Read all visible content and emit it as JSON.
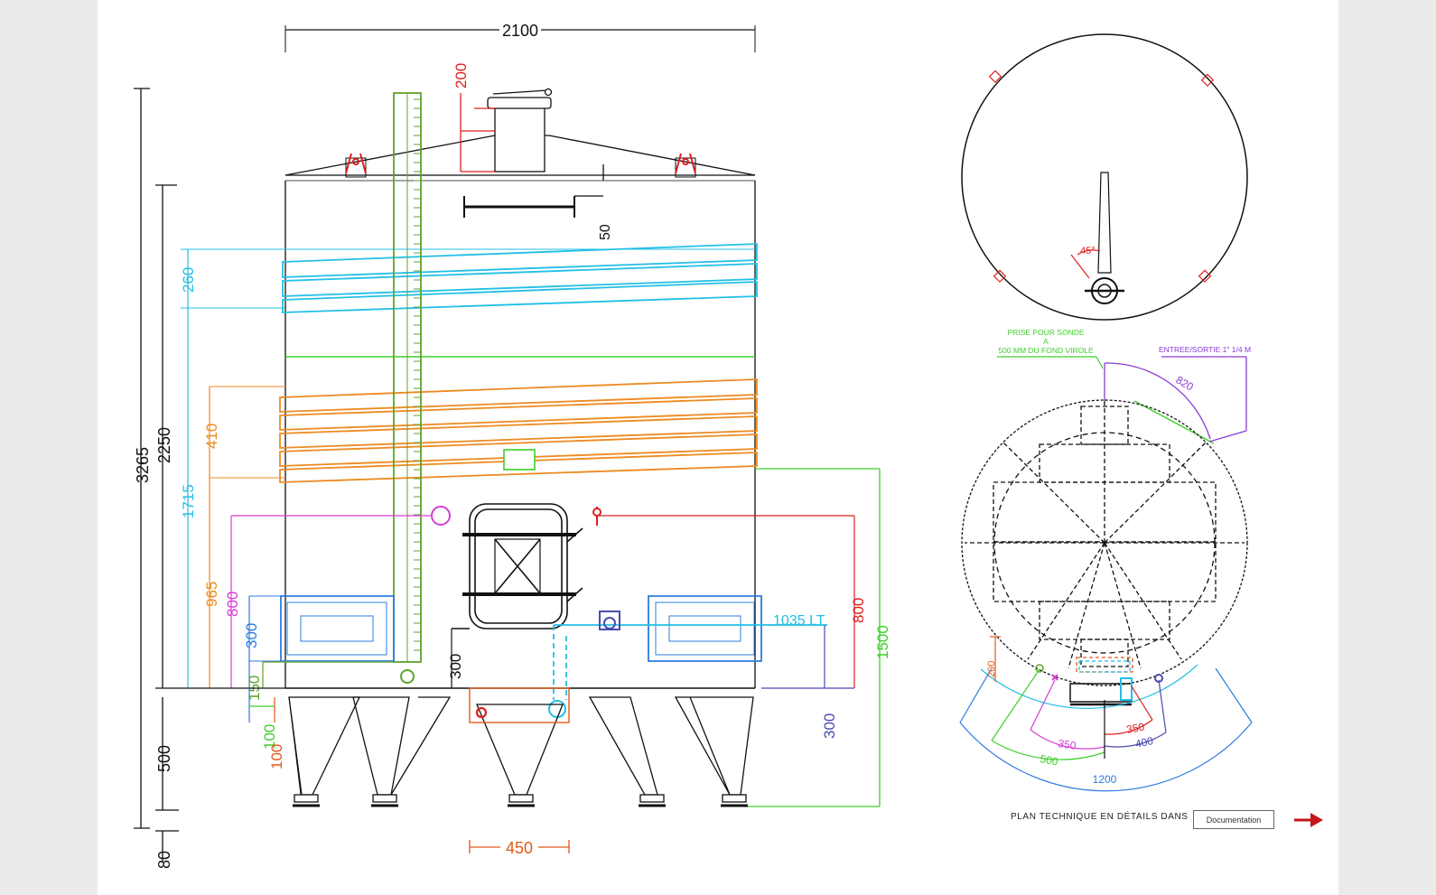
{
  "colors": {
    "outline": "#111111",
    "cyan": "#22bfe6",
    "orange": "#ee8a1f",
    "green": "#3fcf2b",
    "olive": "#5fa32a",
    "magenta": "#d43fd4",
    "red": "#e01f1f",
    "blue": "#2c7ce0",
    "navy": "#4b4bb0",
    "purple": "#8a3ad6",
    "dark_orange": "#e05a1a"
  },
  "dims": {
    "width_total": "2100",
    "lid_height": "200",
    "top_offset": "50",
    "height_total": "3265",
    "height_body": "2250",
    "cyan_belt": "260",
    "level_1715": "1715",
    "orange_belt": "410",
    "door_965": "965",
    "magenta_800": "800",
    "blue_300": "300",
    "olive_150": "150",
    "green_100": "100",
    "orange_100": "100",
    "legs_500": "500",
    "feet_80": "80",
    "outlet_300": "300",
    "capacity": "1035 LT",
    "red_800": "800",
    "green_1500": "1500",
    "navy_300": "300",
    "bottom_450": "450"
  },
  "plan": {
    "angle": "45°",
    "probe_line1": "PRISE POUR SONDE",
    "probe_line2": "A",
    "probe_line3": "500 MM DU FOND VIROLE",
    "inout_label": "ENTREE/SORTIE 1\" 1/4 M",
    "arc_820": "820",
    "d200": "200",
    "d350_red": "350",
    "d350_mag": "350",
    "d400": "400",
    "d500": "500",
    "d1200": "1200"
  },
  "footer": {
    "text": "PLAN TECHNIQUE EN DÉTAILS DANS",
    "button": "Documentation"
  },
  "icons": {
    "arrow": "arrow-right-icon"
  }
}
